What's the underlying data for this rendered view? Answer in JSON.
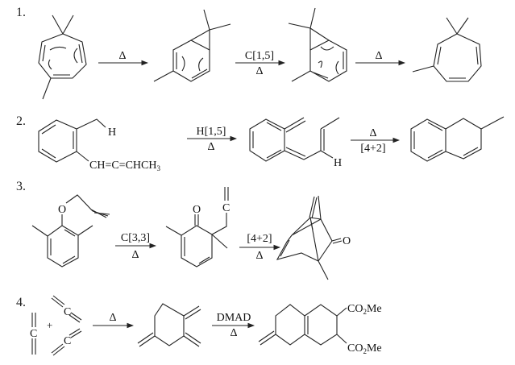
{
  "reactions": [
    {
      "number": "1.",
      "arrows": [
        {
          "above": "Δ",
          "below": ""
        },
        {
          "above": "C[1,5]",
          "below": "Δ"
        },
        {
          "above": "Δ",
          "below": ""
        }
      ]
    },
    {
      "number": "2.",
      "arrows": [
        {
          "above": "H[1,5]",
          "below": "Δ"
        },
        {
          "above": "Δ",
          "below": "[4+2]"
        }
      ],
      "labels": {
        "h1": "H",
        "allene": "CH=C=CHCH",
        "allene_sub": "3",
        "h2": "H"
      }
    },
    {
      "number": "3.",
      "arrows": [
        {
          "above": "C[3,3]",
          "below": "Δ"
        },
        {
          "above": "[4+2]",
          "below": "Δ"
        }
      ],
      "labels": {
        "o1": "O",
        "o2": "O",
        "c": "C",
        "o3": "O"
      }
    },
    {
      "number": "4.",
      "arrows": [
        {
          "above": "Δ",
          "below": ""
        },
        {
          "above": "DMAD",
          "below": "Δ"
        }
      ],
      "labels": {
        "c1": "C",
        "plus": "+",
        "c2": "C",
        "c3": "C",
        "ester1": "CO",
        "ester1_sub": "2",
        "ester1_end": "Me",
        "ester2": "CO",
        "ester2_sub": "2",
        "ester2_end": "Me"
      }
    }
  ]
}
